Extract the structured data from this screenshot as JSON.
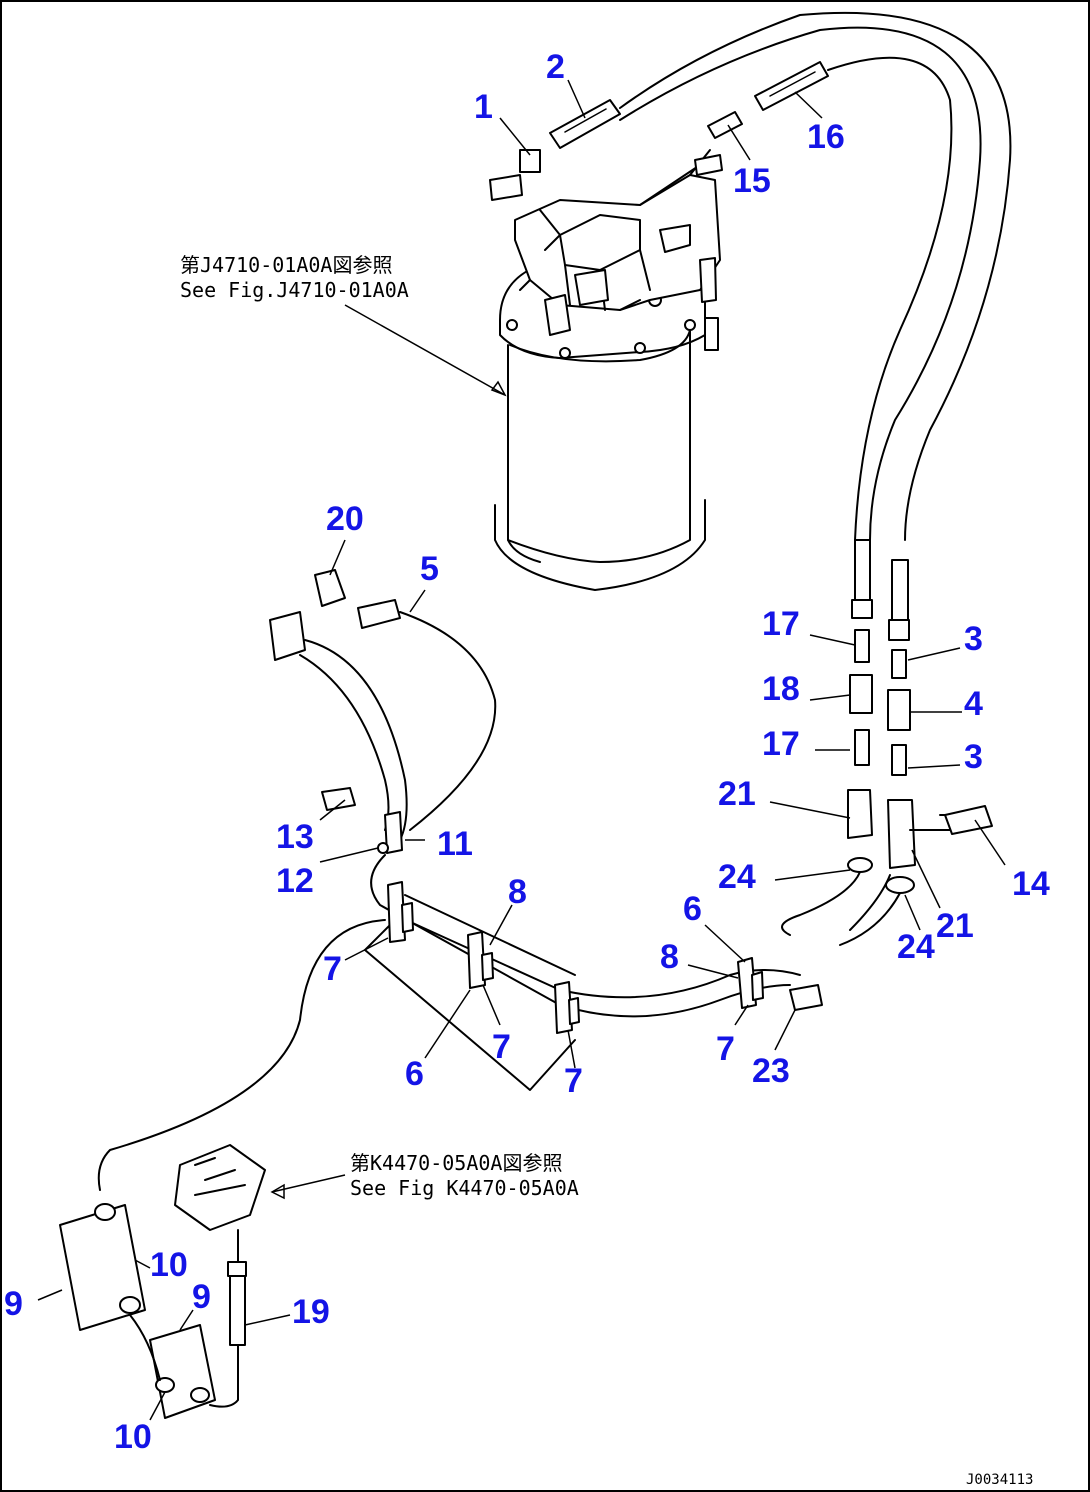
{
  "references": {
    "top_jp": "第J4710-01A0A図参照",
    "top_en": "See Fig.J4710-01A0A",
    "bottom_jp": "第K4470-05A0A図参照",
    "bottom_en": "See Fig K4470-05A0A"
  },
  "drawing_code": "J0034113",
  "callouts": [
    "1",
    "2",
    "3",
    "3",
    "4",
    "5",
    "6",
    "6",
    "7",
    "7",
    "7",
    "7",
    "8",
    "8",
    "9",
    "9",
    "10",
    "10",
    "11",
    "12",
    "13",
    "14",
    "15",
    "16",
    "17",
    "17",
    "18",
    "19",
    "20",
    "21",
    "21",
    "23",
    "24",
    "24"
  ],
  "colors": {
    "callout": "#1414e6",
    "line": "#000000",
    "background": "#ffffff"
  }
}
